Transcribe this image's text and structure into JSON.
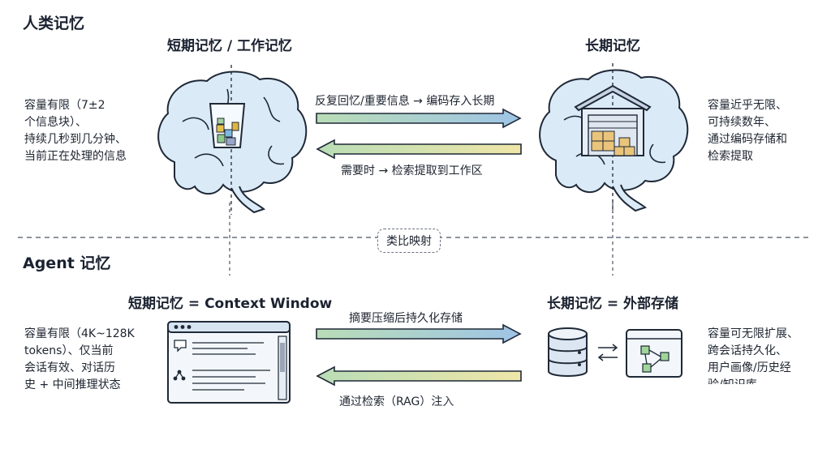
{
  "human": {
    "section_title": "人类记忆",
    "short_title": "短期记忆 / 工作记忆",
    "long_title": "长期记忆",
    "short_desc": [
      "容量有限（7±2",
      "个信息块）、",
      "持续几秒到几分钟、",
      "当前正在处理的信息"
    ],
    "long_desc": [
      "容量近乎无限、",
      "可持续数年、",
      "通过编码存储和",
      "检索提取"
    ],
    "arrow_forward": "反复回忆/重要信息 → 编码存入长期",
    "arrow_back": "需要时 → 检索提取到工作区"
  },
  "analogy_label": "类比映射",
  "agent": {
    "section_title": "Agent 记忆",
    "short_title": "短期记忆 = Context Window",
    "long_title": "长期记忆 = 外部存储",
    "short_desc": [
      "容量有限（4K~128K",
      "tokens）、仅当前",
      "会话有效、对话历",
      "史 + 中间推理状态"
    ],
    "long_desc": [
      "容量可无限扩展、",
      "跨会话持久化、",
      "用户画像/历史经",
      "验/知识库"
    ],
    "arrow_forward": "摘要压缩后持久化存储",
    "arrow_back": "通过检索（RAG）注入"
  },
  "colors": {
    "brain_fill": "#dbeaf7",
    "brain_stroke": "#1f2937",
    "arrow_blue": "#9ec4e6",
    "arrow_yellow": "#efe6a8",
    "arrow_green": "#b9ddb6"
  },
  "icons": {
    "short_human": "water-glass-icon",
    "long_human": "warehouse-icon",
    "short_agent": "browser-window-icon",
    "long_agent": "database-icon"
  }
}
